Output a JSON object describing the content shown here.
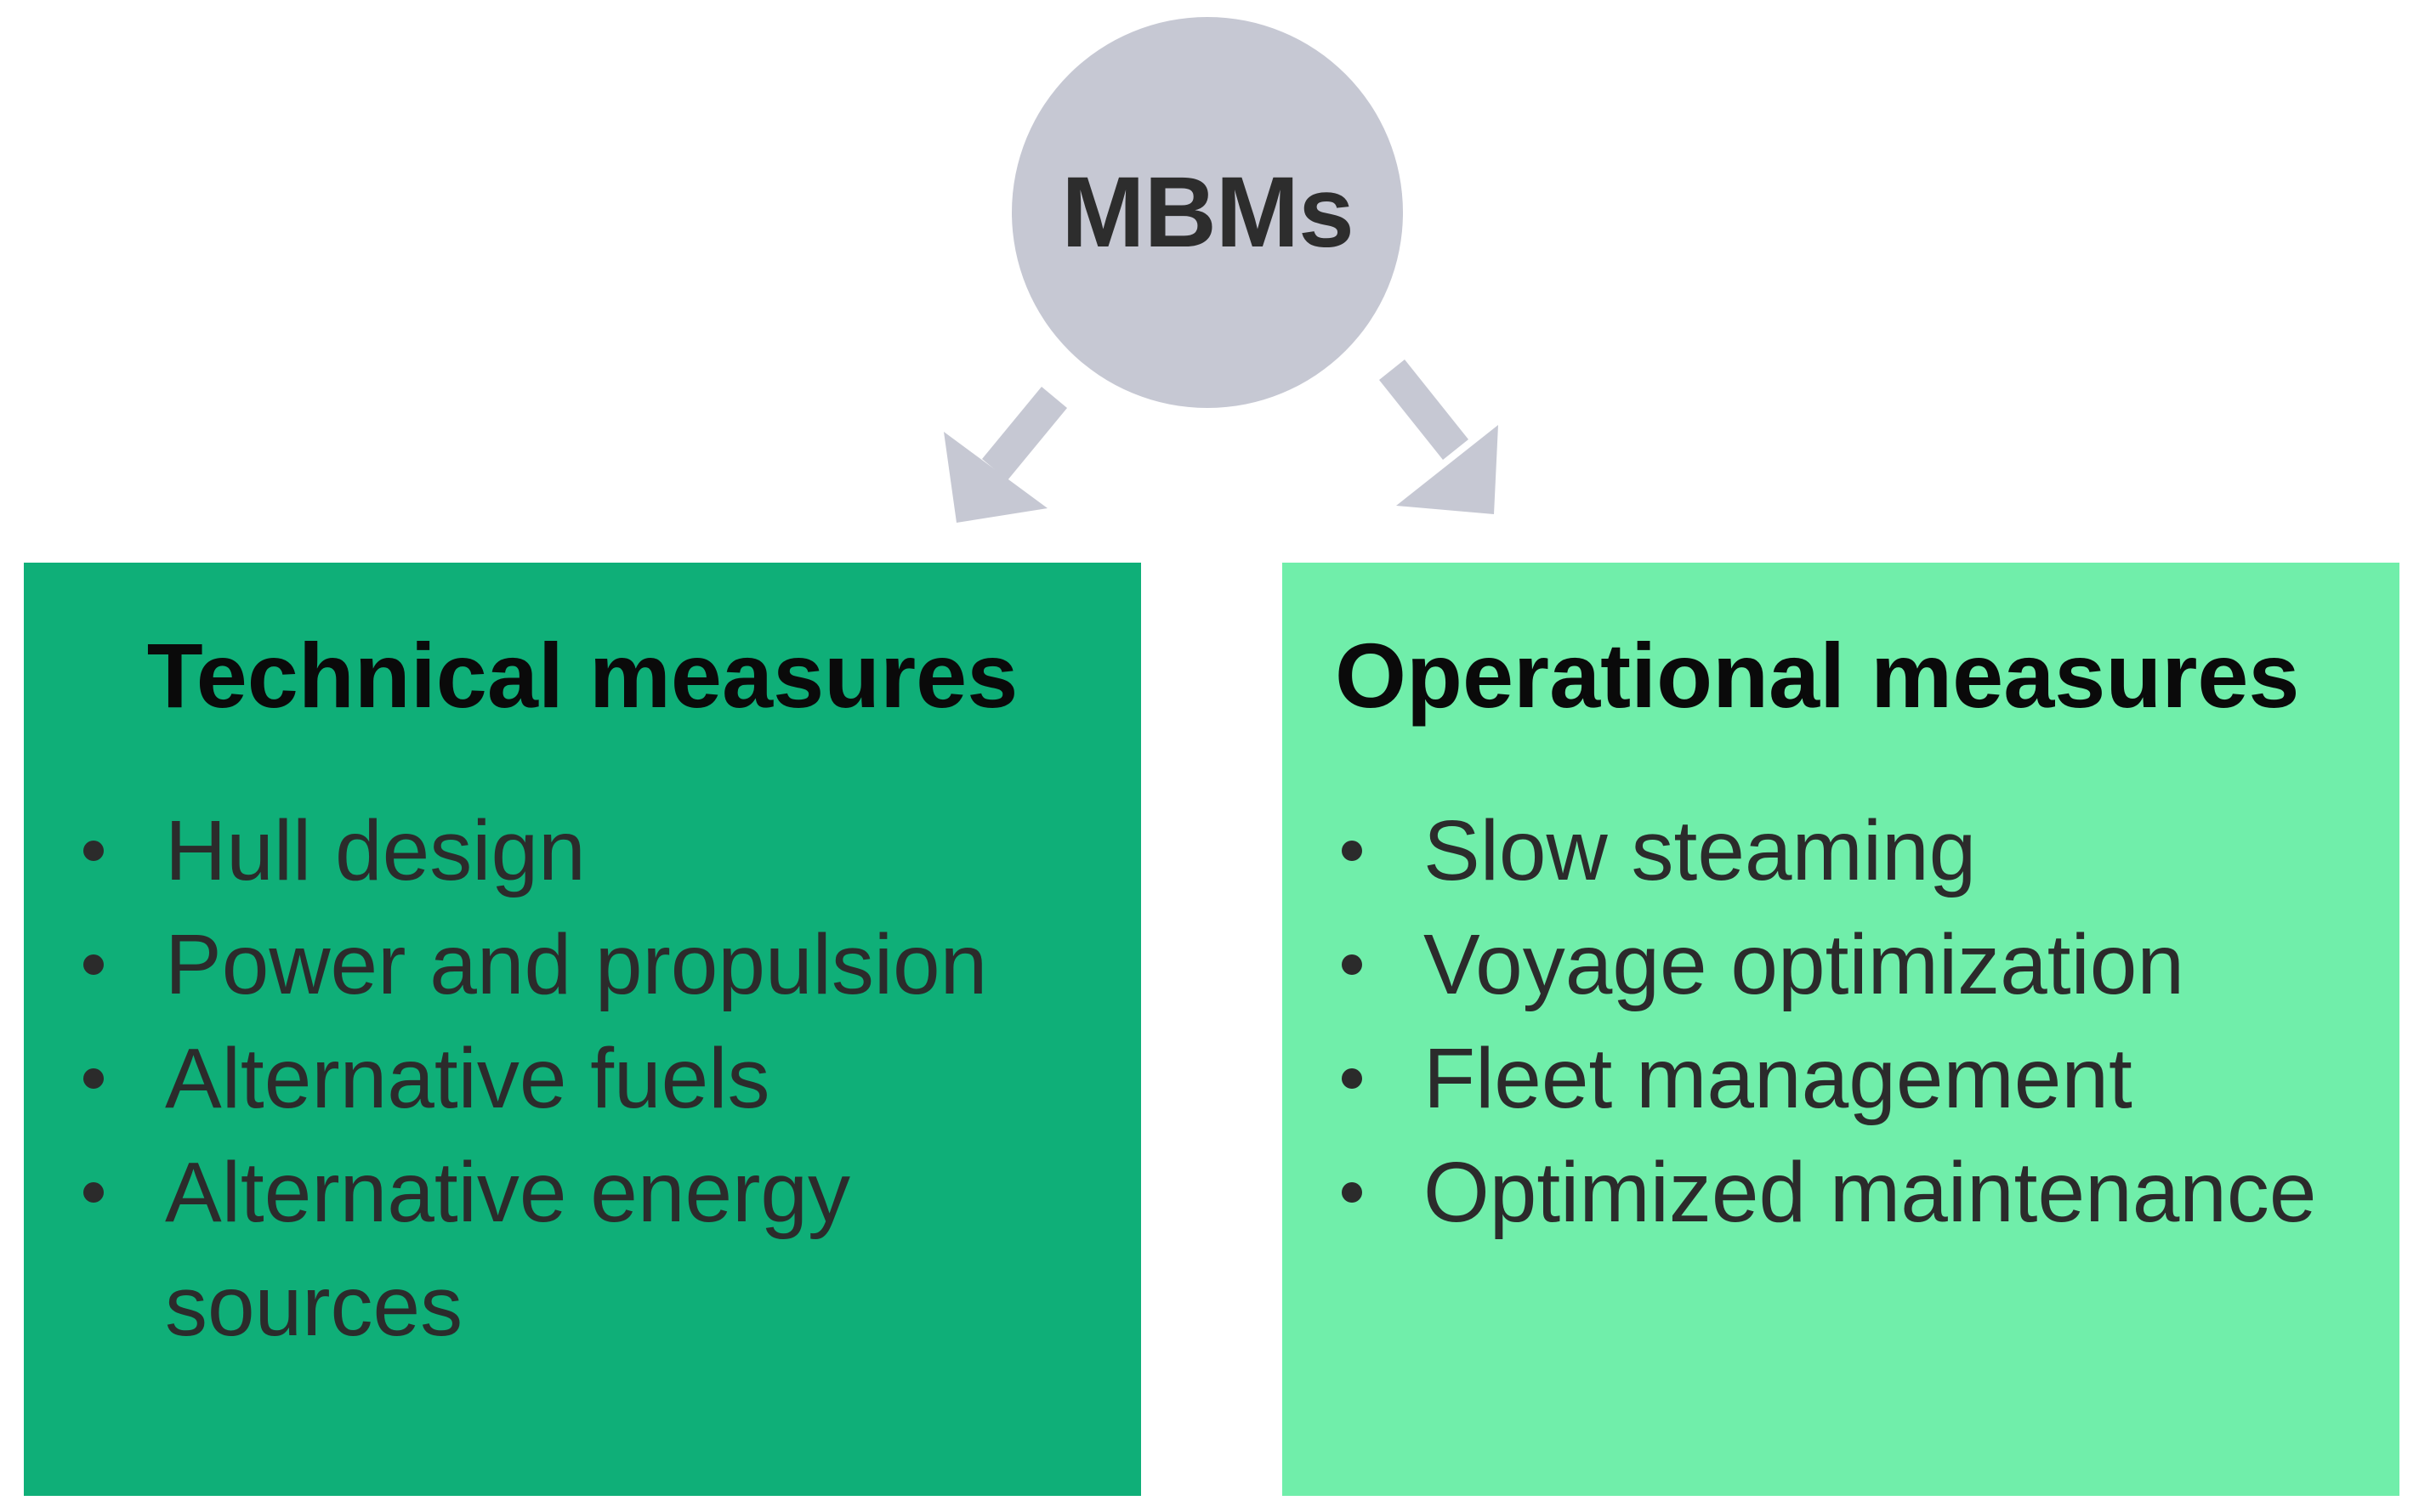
{
  "hub": {
    "label": "MBMs",
    "color": "#c6c8d3"
  },
  "arrow_color": "#c6c8d3",
  "technical": {
    "title": "Technical measures",
    "color": "#0faf78",
    "items": [
      "Hull design",
      "Power and propulsion",
      "Alternative fuels",
      "Alternative energy sources"
    ]
  },
  "operational": {
    "title": "Operational measures",
    "color": "#70eeaa",
    "items": [
      "Slow steaming",
      "Voyage optimization",
      "Fleet management",
      "Optimized maintenance"
    ]
  }
}
